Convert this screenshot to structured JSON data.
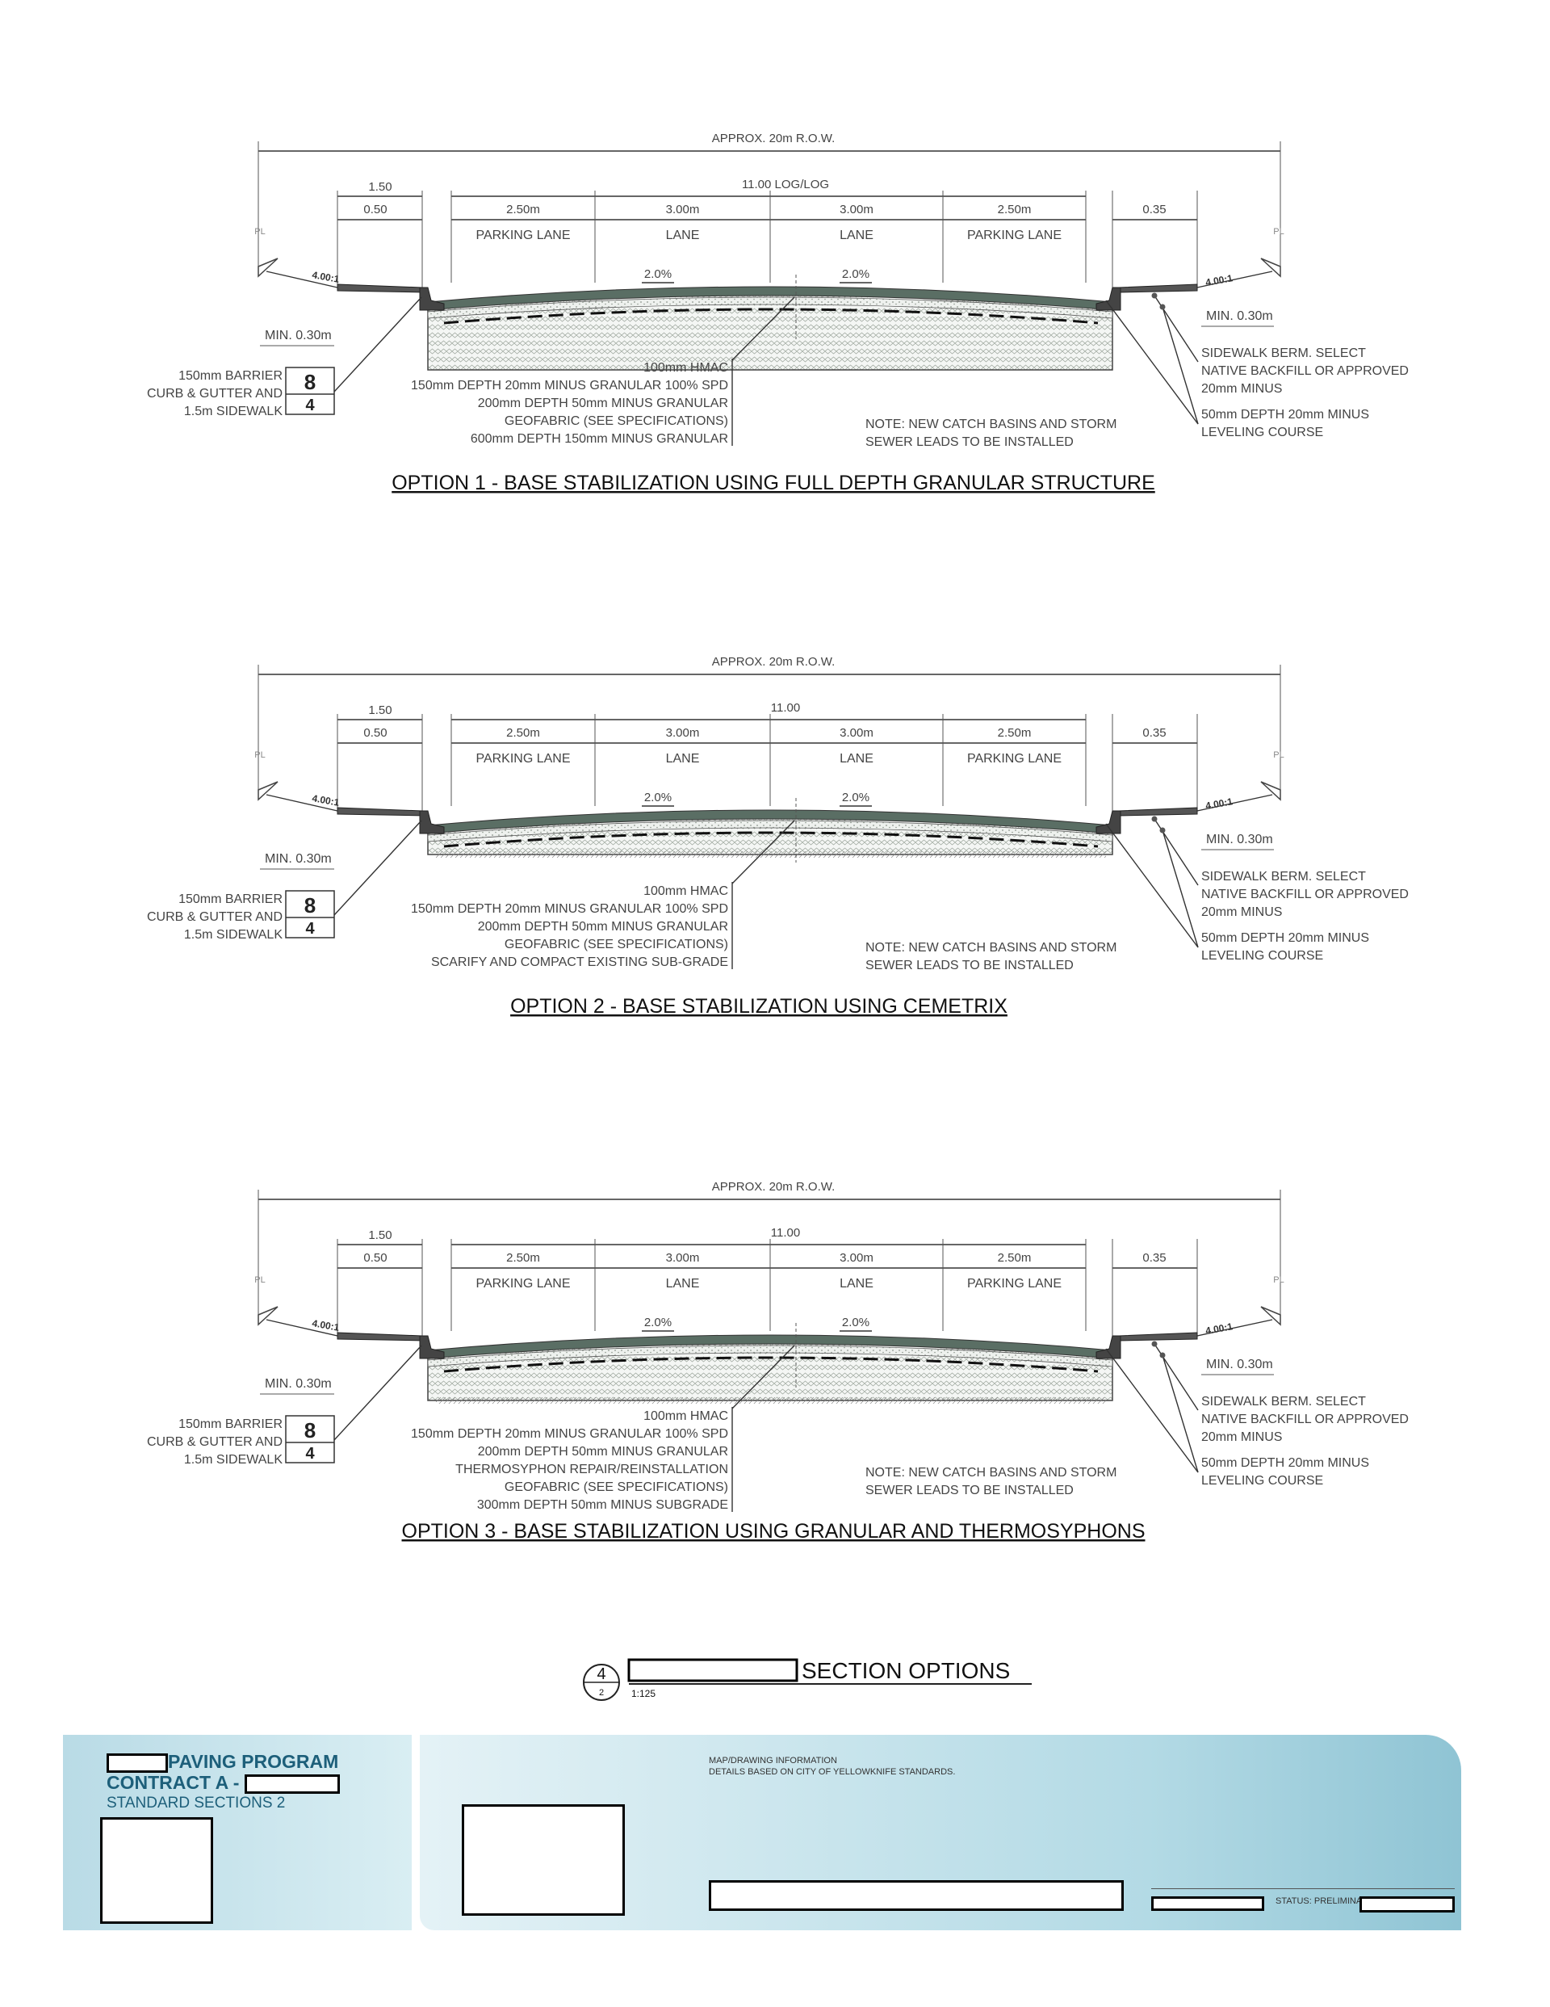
{
  "sections": [
    {
      "row_label": "APPROX. 20m R.O.W.",
      "overall": "1.50",
      "offset": "0.50",
      "carriage": "11.00 LOG/LOG",
      "widths": [
        "2.50m",
        "3.00m",
        "3.00m",
        "2.50m"
      ],
      "right_offset": "0.35",
      "lanes": [
        "PARKING LANE",
        "LANE",
        "LANE",
        "PARKING LANE"
      ],
      "pl": "PL",
      "slope_left": "4.00:1",
      "slope_right": "4.00:1",
      "crossfall": [
        "2.0%",
        "2.0%"
      ],
      "min_left": "MIN. 0.30m",
      "min_right": "MIN. 0.30m",
      "curb_label": [
        "150mm BARRIER",
        "CURB & GUTTER AND",
        "1.5m SIDEWALK"
      ],
      "detail_num": "8",
      "detail_sheet": "4",
      "layers": [
        "100mm HMAC",
        "150mm DEPTH 20mm MINUS GRANULAR 100% SPD",
        "200mm DEPTH 50mm MINUS GRANULAR",
        "GEOFABRIC (SEE SPECIFICATIONS)",
        "600mm DEPTH 150mm MINUS GRANULAR"
      ],
      "note": [
        "NOTE: NEW CATCH BASINS AND STORM",
        "SEWER LEADS TO BE INSTALLED"
      ],
      "right_labels": [
        "SIDEWALK BERM. SELECT",
        "NATIVE BACKFILL OR APPROVED",
        "20mm MINUS",
        "50mm DEPTH 20mm MINUS",
        "LEVELING COURSE"
      ],
      "title": "OPTION 1 - BASE STABILIZATION USING FULL DEPTH GRANULAR STRUCTURE",
      "base_type": "deep"
    },
    {
      "row_label": "APPROX. 20m R.O.W.",
      "overall": "1.50",
      "offset": "0.50",
      "carriage": "11.00",
      "widths": [
        "2.50m",
        "3.00m",
        "3.00m",
        "2.50m"
      ],
      "right_offset": "0.35",
      "lanes": [
        "PARKING LANE",
        "LANE",
        "LANE",
        "PARKING LANE"
      ],
      "pl": "PL",
      "slope_left": "4.00:1",
      "slope_right": "4.00:1",
      "crossfall": [
        "2.0%",
        "2.0%"
      ],
      "min_left": "MIN. 0.30m",
      "min_right": "MIN. 0.30m",
      "curb_label": [
        "150mm BARRIER",
        "CURB & GUTTER AND",
        "1.5m SIDEWALK"
      ],
      "detail_num": "8",
      "detail_sheet": "4",
      "layers": [
        "100mm HMAC",
        "150mm DEPTH 20mm MINUS GRANULAR 100% SPD",
        "200mm DEPTH 50mm MINUS GRANULAR",
        "GEOFABRIC (SEE SPECIFICATIONS)",
        "SCARIFY AND COMPACT EXISTING SUB-GRADE"
      ],
      "note": [
        "NOTE: NEW CATCH BASINS AND STORM",
        "SEWER LEADS TO BE INSTALLED"
      ],
      "right_labels": [
        "SIDEWALK BERM. SELECT",
        "NATIVE BACKFILL OR APPROVED",
        "20mm MINUS",
        "50mm DEPTH 20mm MINUS",
        "LEVELING COURSE"
      ],
      "title": "OPTION 2 - BASE STABILIZATION USING CEMETRIX",
      "base_type": "shallow"
    },
    {
      "row_label": "APPROX. 20m R.O.W.",
      "overall": "1.50",
      "offset": "0.50",
      "carriage": "11.00",
      "widths": [
        "2.50m",
        "3.00m",
        "3.00m",
        "2.50m"
      ],
      "right_offset": "0.35",
      "lanes": [
        "PARKING LANE",
        "LANE",
        "LANE",
        "PARKING LANE"
      ],
      "pl": "PL",
      "slope_left": "4.00:1",
      "slope_right": "4.00:1",
      "crossfall": [
        "2.0%",
        "2.0%"
      ],
      "min_left": "MIN. 0.30m",
      "min_right": "MIN. 0.30m",
      "curb_label": [
        "150mm BARRIER",
        "CURB & GUTTER AND",
        "1.5m SIDEWALK"
      ],
      "detail_num": "8",
      "detail_sheet": "4",
      "layers": [
        "100mm HMAC",
        "150mm DEPTH 20mm MINUS GRANULAR 100% SPD",
        "200mm DEPTH 50mm MINUS GRANULAR",
        "THERMOSYPHON REPAIR/REINSTALLATION",
        "GEOFABRIC (SEE SPECIFICATIONS)",
        "300mm DEPTH 50mm MINUS SUBGRADE"
      ],
      "note": [
        "NOTE: NEW CATCH BASINS AND STORM",
        "SEWER LEADS TO BE INSTALLED"
      ],
      "right_labels": [
        "SIDEWALK BERM. SELECT",
        "NATIVE BACKFILL OR APPROVED",
        "20mm MINUS",
        "50mm DEPTH 20mm MINUS",
        "LEVELING COURSE"
      ],
      "title": "OPTION 3 - BASE STABILIZATION USING GRANULAR AND THERMOSYPHONS",
      "base_type": "medium"
    }
  ],
  "legend": {
    "number": "4",
    "sheet": "2",
    "title": "SECTION OPTIONS",
    "scale": "1:125"
  },
  "titleblock": {
    "line1": "PAVING PROGRAM",
    "line2": "CONTRACT A -",
    "line3": "STANDARD SECTIONS 2",
    "map_info": "MAP/DRAWING INFORMATION",
    "map_detail": "DETAILS BASED ON CITY OF YELLOWKNIFE STANDARDS.",
    "status": "STATUS: PRELIMINARY"
  }
}
